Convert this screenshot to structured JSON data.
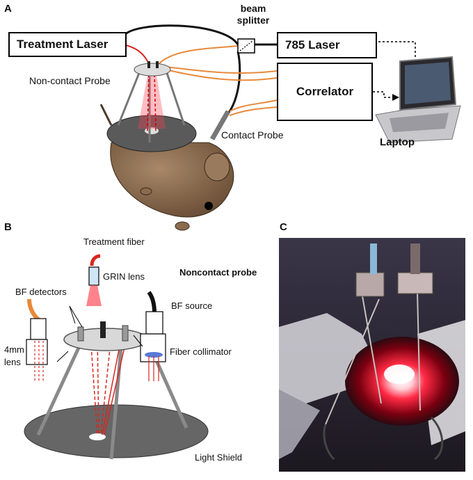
{
  "panels": {
    "a": "A",
    "b": "B",
    "c": "C"
  },
  "panel_a": {
    "treatment_laser": "Treatment Laser",
    "laser_785": "785 Laser",
    "correlator": "Correlator",
    "beam_splitter_line1": "beam",
    "beam_splitter_line2": "splitter",
    "noncontact_probe": "Non-contact Probe",
    "contact_probe": "Contact Probe",
    "laptop": "Laptop"
  },
  "panel_b": {
    "treatment_fiber": "Treatment fiber",
    "grin_lens": "GRIN lens",
    "noncontact_probe": "Noncontact probe",
    "bf_detectors": "BF detectors",
    "bf_source": "BF source",
    "lens_4mm_line1": "4mm",
    "lens_4mm_line2": "lens",
    "fiber_collimator": "Fiber collimator",
    "light_shield": "Light Shield"
  },
  "colors": {
    "orange_fiber": "#e8893a",
    "red_fiber": "#d8261e",
    "mouse": "#8a6b4e",
    "disc": "#5a5a5a"
  }
}
